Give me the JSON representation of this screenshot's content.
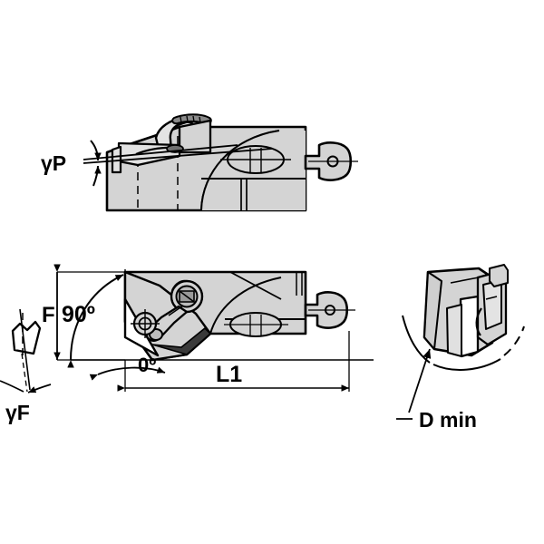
{
  "drawing": {
    "title": "Boring bar head technical drawing",
    "background_color": "#ffffff",
    "line_color": "#000000",
    "body_fill": "#d4d4d4",
    "body_fill_light": "#e3e3e3",
    "body_fill_dark": "#c2c2c2",
    "views": [
      {
        "name": "side-view-top",
        "description": "Top view of cartridge body showing rake angle gamma P"
      },
      {
        "name": "plan-view-middle",
        "description": "Plan view of cartridge showing F, 90 degree lead angle, 0 degree, L1 length and gamma F"
      },
      {
        "name": "iso-view-right",
        "description": "Isometric detail view showing minimum bore diameter D min"
      }
    ]
  },
  "labels": {
    "gamma_p": "γP",
    "gamma_f": "γF",
    "f_dim": "F",
    "angle_90": "90º",
    "angle_0": "0º",
    "l1_dim": "L1",
    "d_min": "D min"
  }
}
